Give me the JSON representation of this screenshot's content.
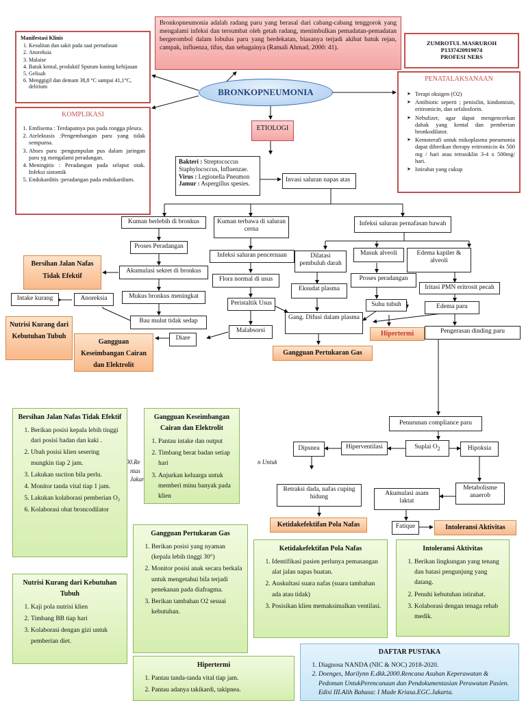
{
  "definition": "Bronkopneumonia adalah radang paru yang berasal dari cabang-cabang tenggorok yang mengalami infeksi dan tersumbat oleh getah radang, menimbulkan pemadatan-pemadatan bergerombol dalam lobulus paru yang berdekatan, biasanya terjadi akibat batuk rejan, campak, influenza, tifus, dan sebagainya (Ramali Ahmad, 2000: 41).",
  "author": {
    "name": "ZUMROTUL MASRUROH",
    "nim": "P1337420919074",
    "program": "PROFESI NERS"
  },
  "central_title": "BRONKOPNEUMONIA",
  "etiologi_label": "ETIOLOGI",
  "manifestasi": {
    "title": "Manifestasi Klinis",
    "items": [
      "Kesulitan dan sakit pada saat pernafasan",
      "Anoreksia",
      "Malaise",
      "Batuk kental, produktif Sputum kuning kehijauan",
      "Gelisah",
      "Menggigil dan demam 38,8 °C sampai 41,1°C, delirium"
    ]
  },
  "komplikasi": {
    "title": "KOMPLIKASI",
    "items": [
      "Emfisema : Terdapatnya pus pada rongga pleura.",
      "Atelektasis :Pengembangan paru yang tidak sempurna.",
      "Abses paru :pengumpulan pus dalam jaringan paru yg mengalami peradangan.",
      "Meningitis : Peradangan pada selaput otak. Infeksi sistomik",
      "Endokarditis :peradangan pada endokardium."
    ]
  },
  "penatalaksanaan": {
    "title": "PENATALAKSANAAN",
    "items": [
      "Terapi oksigen (O2)",
      "Antibiotic seperti ; penisilin, kindomisin, eritromicin, dan sefalosforin.",
      "Nebulizer, agar dapat mengencerkan dahak yang kental dan pemberian bronkodilator.",
      "Kemoterafi untuk mikoplasma pneumonia dapat diberikan therapy eritromicin 4x 500 mg / hari atau tetrasiklin 3-4 x 500mg/ hari.",
      "Istirahat yang cukup"
    ]
  },
  "bakteri": {
    "bakteri_label": "Bakteri :",
    "bakteri_text": "Streptococcus Staphylococcus, Influenzae.",
    "virus_label": "Virus :",
    "virus_text": "Legionella Pneumon",
    "jamur_label": "Jamur :",
    "jamur_text": "Aspergillus spesies."
  },
  "nodes": {
    "invasi": "Invasi saluran napas atas",
    "kuman_bronkus": "Kuman berlebih di bronkus",
    "kuman_cerna": "Kuman terbawa di saluran cerna",
    "infeksi_bawah": "Infeksi saluran pernafasan bawah",
    "proses_peradangan": "Proses Peradangan",
    "infeksi_cerna": "Infeksi saluran pencernaan",
    "dilatasi": "Dilatasi pembuluh darah",
    "masuk_alveoli": "Masuk alveoli",
    "edema_kapiler": "Edema kapiler & alveoli",
    "akumulasi_sekret": "Akumulasi sekret di bronkus",
    "flora": "Flora normal di usus",
    "eksudat": "Eksudat plasma",
    "proses_peradangan2": "Proses peradangan",
    "iritasi": "Iritasi PMN eritrosit pecah",
    "mukus": "Mukus bronkus meningkat",
    "peristaltik": "Peristaltik Usus",
    "suhu": "Suhu tubuh",
    "edema_paru": "Edema paru",
    "intake": "Intake kurang",
    "anoreksia": "Anoreksia",
    "bau_mulut": "Bau mulut tidak sedap",
    "gang_difusi": "Gang. Difusi dalam plasma",
    "diare": "Diare",
    "malabsorsi": "Malabsorsi",
    "pengerasan": "Pengerasan dinding paru",
    "penurunan": "Penurunan compliance paru",
    "dipsnea": "Dipsnea",
    "hiperventilasi": "Hiperventilasi",
    "suplai": "Suplai O",
    "hipoksia": "Hipoksia",
    "retraksi": "Retraksi dada, nafas cuping hidung",
    "akumulasi_asam": "Akumulasi asam laktat",
    "metabolisme": "Metabolisme anaerob",
    "fatique": "Fatique"
  },
  "diagnoses": {
    "bersihan": "Bersihan Jalan Nafas Tidak Efektif",
    "nutrisi": "Nutrisi Kurang dari Kebutuhan Tubuh",
    "cairan": "Gangguan Keseimbangan Cairan dan Elektrolit",
    "hipertermi": "Hipertermi",
    "pertukaran": "Gangguan Pertukaran Gas",
    "pola_nafas": "Ketidakefektifan Pola Nafas",
    "aktivitas": "Intoleransi Aktivitas"
  },
  "interventions": {
    "bersihan": {
      "title": "Bersihan Jalan Nafas Tidak Efektif",
      "items": [
        "Berikan posisi kepala lebih tinggi dari posisi badan dan kaki .",
        "Ubah posisi klien sesering mungkin tiap 2 jam.",
        "Lakukan suction bila perlu.",
        "Monitor tanda vital tiap 1 jam.",
        "Lakukan kolaborasi pemberian O₂",
        "Kolaborasi obat broncodilator"
      ]
    },
    "cairan": {
      "title": "Gangguan Keseimbangan Cairan dan Elektrolit",
      "items": [
        "Pantau intake dan output",
        "Timbang berat badan setiap hari",
        "Anjurkan keluarga untuk memberi minu banyak pada klien"
      ]
    },
    "pertukaran": {
      "title": "Gangguan Pertukaran Gas",
      "items": [
        "Berikan posisi yang nyaman (kepala lebih tinggi 30°)",
        "Monitor posisi anak secara berkala untuk mengetahui bila terjadi penekanan pada diafragma.",
        "Berikan tambahan O2 sesuai kebutuhan."
      ]
    },
    "nutrisi": {
      "title": "Nutrisi Kurang dari Kebutuhan Tubuh",
      "items": [
        "Kaji pola nutrisi klien",
        "Timbang BB tiap hari",
        "Kolaborasi dengan gizi untuk pemberian diet."
      ]
    },
    "hipertermi": {
      "title": "Hipertermi",
      "items": [
        "Pantau tanda-tanda vital tiap jam.",
        "Pantau adanya takikardi, takipnea."
      ]
    },
    "pola_nafas": {
      "title": "Ketidakefektifan Pola Nafas",
      "items": [
        "Identifikasi pasien perlunya pemasangan alat jalan napas buatan.",
        "Auskultasi suara nafas (suara tambahan ada atau tidak)",
        "Posisikan klien memaksimalkan ventilasi."
      ]
    },
    "aktivitas": {
      "title": "Intoleransi Aktivitas",
      "items": [
        "Berikan lingkungan yang tenang dan batasi pengunjung yang datang.",
        "Penuhi kebutuhan istirahat.",
        "Kolaborasi dengan tenaga rehab medik."
      ]
    }
  },
  "daftar_pustaka": {
    "title": "DAFTAR PUSTAKA",
    "items": [
      "Diagnosa NANDA (NIC & NOC) 2018-2020.",
      "Doenges, Marilynn E.dkk.2000.Rencana Asuhan Keperawatan & Pedoman UntukPerencanaan dan Pendokumentasian Perawatan Pasien. Edisi III.Alih Bahasa: I Made Kriasa.EGC.Jakarta."
    ]
  },
  "fragments": {
    "f1": "00.Re",
    "f2": "ntas",
    "f3": "Jakar",
    "f4": "n Untuk"
  }
}
